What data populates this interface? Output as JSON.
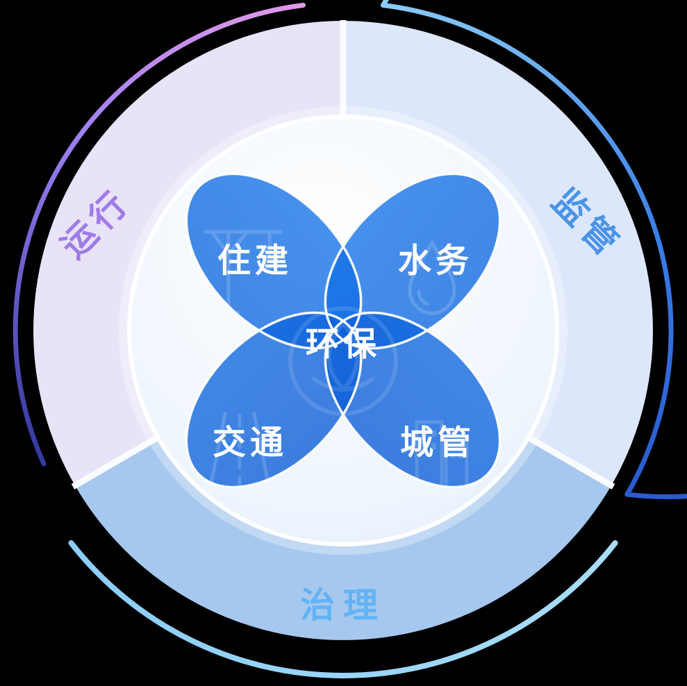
{
  "diagram": {
    "type": "smart-city-capability-wheel",
    "hub": {
      "label": "环保",
      "icon": "eco-leaf-icon"
    },
    "petals": [
      {
        "label": "住建",
        "icon": "crane-icon",
        "position": "top-left"
      },
      {
        "label": "水务",
        "icon": "water-drop-icon",
        "position": "top-right"
      },
      {
        "label": "交通",
        "icon": "road-icon",
        "position": "bottom-left"
      },
      {
        "label": "城管",
        "icon": "buildings-icon",
        "position": "bottom-right"
      }
    ],
    "sectors": [
      {
        "label": "运行",
        "position": "upper-left",
        "fill": "#e9e3f8",
        "label_color": "#9f7ce6"
      },
      {
        "label": "监管",
        "position": "upper-right",
        "fill": "#dde7fb",
        "label_color": "#4a93e8"
      },
      {
        "label": "治理",
        "position": "bottom",
        "fill": "#a6c8ee",
        "label_color": "#62b3f4"
      }
    ],
    "colors": {
      "background": "#000000",
      "divider": "#fbfcff",
      "inner_top": "#ffffff",
      "inner_mid": "#eef5fd",
      "inner_edge": "#dcebfb",
      "petal_top": "#1675ea",
      "petal_bottom": "#0757d2",
      "petal_stroke": "#ffffff",
      "label_text": "#ffffff",
      "arc_left": [
        "#e19ae9",
        "#9b7ef2",
        "#333a9e"
      ],
      "arc_right": [
        "#8acbf5",
        "#3a7fe8",
        "#2a5bd0"
      ],
      "arc_bottom": [
        "#8ccdf6",
        "#a8dcfa"
      ]
    }
  }
}
